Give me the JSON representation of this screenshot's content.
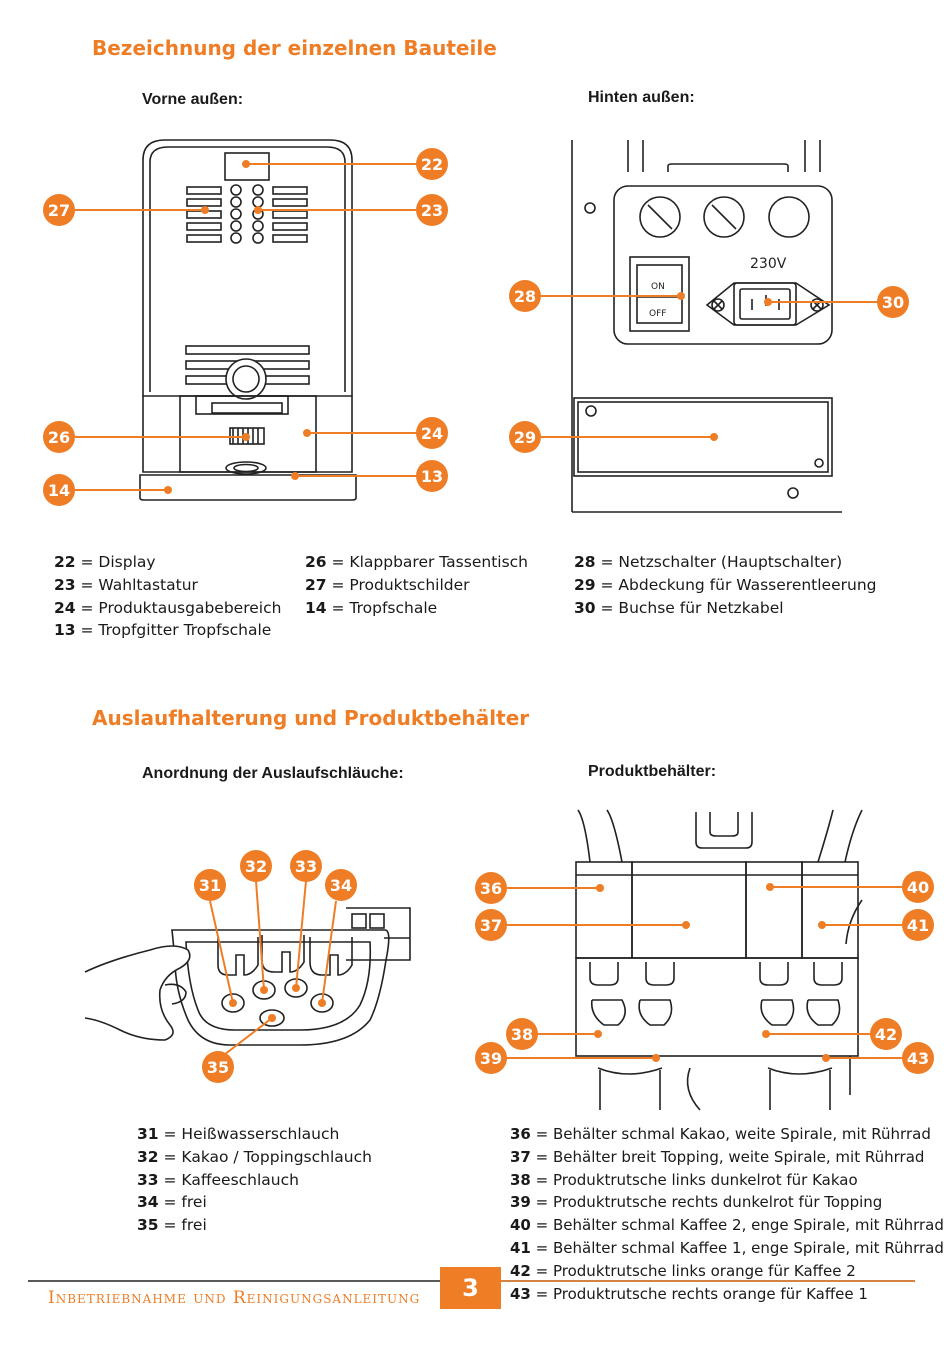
{
  "section1": {
    "title": "Bezeichnung der einzelnen Bauteile",
    "front_label": "Vorne außen:",
    "back_label": "Hinten außen:",
    "figure_text": {
      "voltage": "230V",
      "on": "ON",
      "off": "OFF"
    },
    "callouts": [
      "22",
      "23",
      "27",
      "26",
      "24",
      "13",
      "14",
      "28",
      "30",
      "29"
    ],
    "legend_col1": [
      {
        "num": "22",
        "text": "= Display"
      },
      {
        "num": "23",
        "text": "= Wahltastatur"
      },
      {
        "num": "24",
        "text": "= Produktausgabebereich"
      },
      {
        "num": "13",
        "text": "= Tropfgitter Tropfschale"
      }
    ],
    "legend_col2": [
      {
        "num": "26",
        "text": "= Klappbarer Tassentisch"
      },
      {
        "num": "27",
        "text": "= Produktschilder"
      },
      {
        "num": "14",
        "text": "= Tropfschale"
      }
    ],
    "legend_col3": [
      {
        "num": "28",
        "text": "= Netzschalter (Hauptschalter)"
      },
      {
        "num": "29",
        "text": "= Abdeckung für Wasserentleerung"
      },
      {
        "num": "30",
        "text": "= Buchse für Netzkabel"
      }
    ]
  },
  "section2": {
    "title": "Auslaufhalterung und Produktbehälter",
    "hoses_label": "Anordnung der Auslaufschläuche:",
    "containers_label": "Produktbehälter:",
    "callouts": [
      "31",
      "32",
      "33",
      "34",
      "35",
      "36",
      "37",
      "38",
      "39",
      "40",
      "41",
      "42",
      "43"
    ],
    "legend_left": [
      {
        "num": "31",
        "text": "= Heißwasserschlauch"
      },
      {
        "num": "32",
        "text": "= Kakao / Toppingschlauch"
      },
      {
        "num": "33",
        "text": "= Kaffeeschlauch"
      },
      {
        "num": "34",
        "text": "= frei"
      },
      {
        "num": "35",
        "text": "= frei"
      }
    ],
    "legend_right": [
      {
        "num": "36",
        "text": "= Behälter schmal Kakao, weite Spirale, mit Rührrad"
      },
      {
        "num": "37",
        "text": "= Behälter breit Topping, weite Spirale, mit Rührrad"
      },
      {
        "num": "38",
        "text": "= Produktrutsche links dunkelrot für Kakao"
      },
      {
        "num": "39",
        "text": "= Produktrutsche rechts dunkelrot für Topping"
      },
      {
        "num": "40",
        "text": "= Behälter schmal Kaffee 2, enge Spirale, mit Rührrad"
      },
      {
        "num": "41",
        "text": "= Behälter schmal Kaffee 1, enge Spirale, mit Rührrad"
      },
      {
        "num": "42",
        "text": "= Produktrutsche links orange für Kaffee 2"
      },
      {
        "num": "43",
        "text": "= Produktrutsche rechts orange für Kaffee 1"
      }
    ]
  },
  "footer": {
    "title": "Inbetriebnahme und Reinigungsanleitung",
    "page": "3"
  },
  "colors": {
    "accent": "#ee7d26",
    "line": "#222222"
  }
}
